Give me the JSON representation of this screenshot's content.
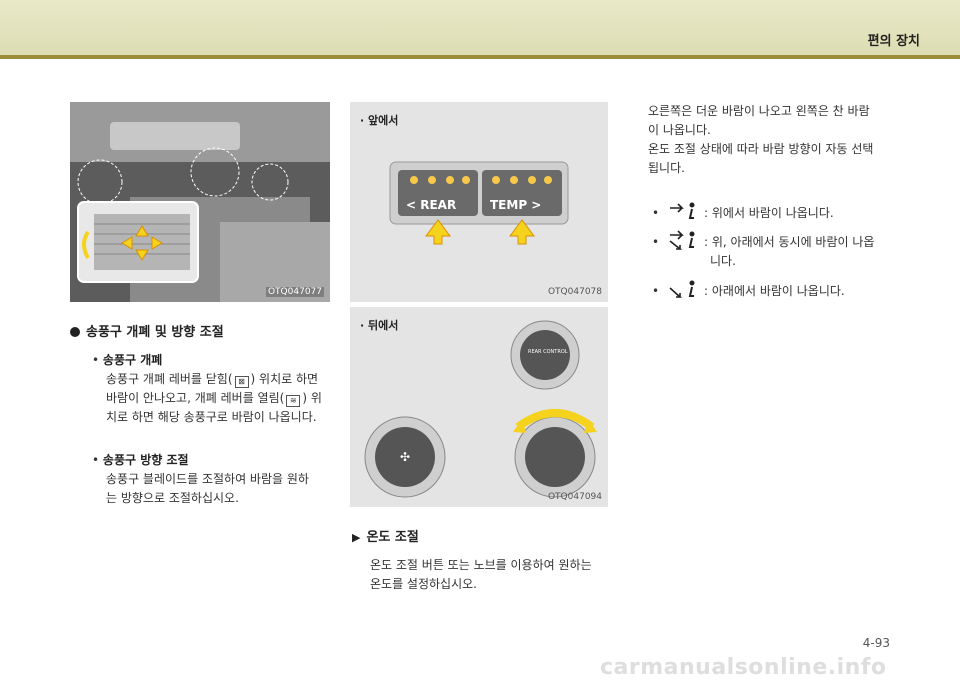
{
  "header": {
    "title": "편의 장치"
  },
  "page": {
    "number": "4-93"
  },
  "watermark": "carmanualsonline.info",
  "figures": {
    "photo_code": "OTQ047077",
    "front_label": "· 앞에서",
    "front_code": "OTQ047078",
    "front_buttons": {
      "left": "< REAR",
      "right": "TEMP >"
    },
    "rear_label": "· 뒤에서",
    "rear_code": "OTQ047094",
    "rear_knob_label": "REAR CONTROL"
  },
  "left": {
    "heading": "송풍구 개폐 및 방향 조절",
    "item1": {
      "title": "송풍구 개폐",
      "lines": [
        "송풍구 개폐 레버를 닫힘(",
        ") 위치로 하면",
        "바람이 안나오고, 개폐 레버를 열림(",
        ") 위",
        "치로 하면 해당 송풍구로 바람이 나옵니다."
      ],
      "close_icon": "⊠",
      "open_icon": "≋"
    },
    "item2": {
      "title": "송풍구 방향 조절",
      "lines": [
        "송풍구 블레이드를 조절하여 바람을 원하",
        "는 방향으로 조절하십시오."
      ]
    }
  },
  "middle": {
    "heading": "온도 조절",
    "lines": [
      "온도 조절 버튼 또는 노브를 이용하여 원하는",
      "온도를 설정하십시오."
    ]
  },
  "right": {
    "intro": [
      "오른쪽은 더운 바람이 나오고 왼쪽은 찬 바람",
      "이 나옵니다.",
      "온도 조절 상태에 따라 바람 방향이 자동 선택",
      "됩니다."
    ],
    "modes": [
      {
        "icon": "vent-up-icon",
        "text": ": 위에서 바람이 나옵니다."
      },
      {
        "icon": "vent-bilevel-icon",
        "text": ": 위, 아래에서 동시에 바람이 나옵",
        "text2": "니다."
      },
      {
        "icon": "vent-floor-icon",
        "text": ": 아래에서 바람이 나옵니다."
      }
    ]
  },
  "colors": {
    "accent_bar": "#9c8d38",
    "header_bg": "#e4e4c0",
    "arrow_yellow": "#f5d21e"
  }
}
